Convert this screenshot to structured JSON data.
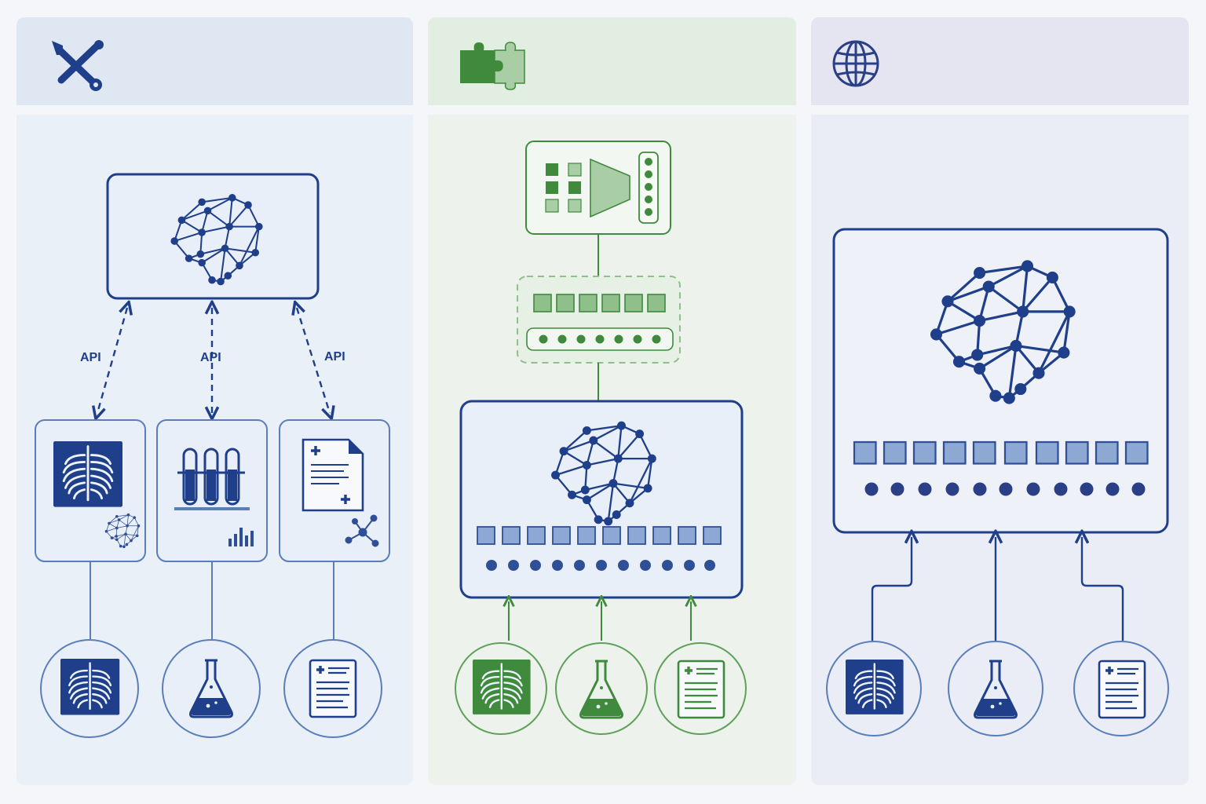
{
  "colors": {
    "blue": "#1f3f8a",
    "blue_mid": "#5a7fb8",
    "green": "#3f8a3c",
    "green_light": "#8fbf8a"
  },
  "panels": [
    {
      "header_icon": "wrench-screwdriver-icon"
    },
    {
      "header_icon": "puzzle-icon"
    },
    {
      "header_icon": "globe-icon"
    }
  ],
  "panel1": {
    "api_labels": [
      "API",
      "API",
      "API"
    ],
    "tools": [
      "xray-tool-icon",
      "test-tubes-tool-icon",
      "document-tool-icon"
    ],
    "inputs": [
      "xray-icon",
      "flask-icon",
      "medical-report-icon"
    ]
  },
  "panel2": {
    "encoder_icon": "encoder-icon",
    "adapter_icon": "adapter-tokens-icon",
    "inputs": [
      "xray-icon",
      "flask-icon",
      "medical-report-icon"
    ]
  },
  "panel3": {
    "model_icon": "brain-network-icon",
    "inputs": [
      "xray-icon",
      "flask-icon",
      "medical-report-icon"
    ]
  }
}
